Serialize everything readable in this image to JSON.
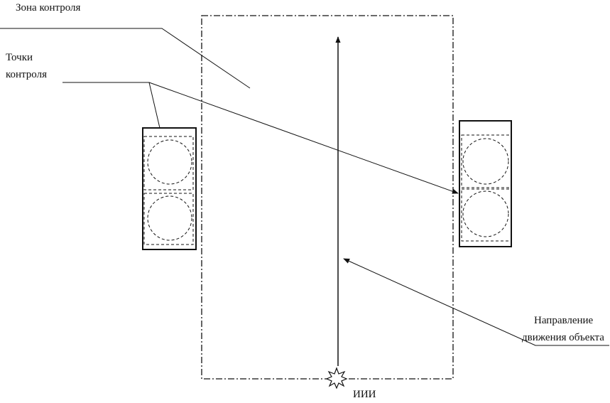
{
  "labels": {
    "zone": "Зона контроля",
    "points_line1": "Точки",
    "points_line2": "контроля",
    "direction_line1": "Направление",
    "direction_line2": "движения объекта",
    "source": "ИИИ"
  },
  "colors": {
    "ink": "#111111",
    "background": "#ffffff"
  },
  "icons": {
    "source": "star-burst-icon"
  }
}
